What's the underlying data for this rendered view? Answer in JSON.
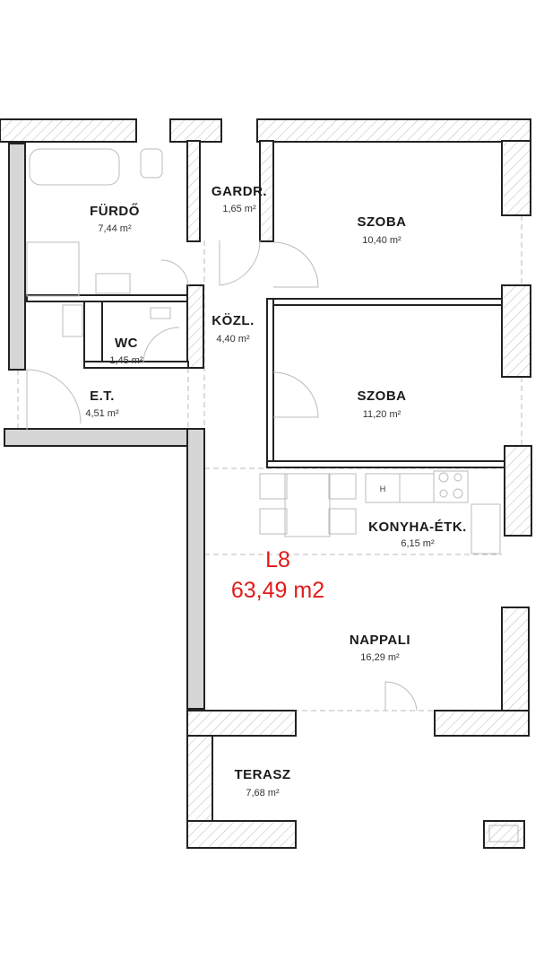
{
  "plan": {
    "unit_label": "L8",
    "total_area": "63,49 m2",
    "accent_color": "#e01b1b",
    "rooms": [
      {
        "name": "FÜRDŐ",
        "area": "7,44 m²"
      },
      {
        "name": "GARDR.",
        "area": "1,65 m²"
      },
      {
        "name": "SZOBA",
        "area": "10,40 m²"
      },
      {
        "name": "KÖZL.",
        "area": "4,40 m²"
      },
      {
        "name": "WC",
        "area": "1,45 m²"
      },
      {
        "name": "E.T.",
        "area": "4,51 m²"
      },
      {
        "name": "SZOBA",
        "area": "11,20 m²"
      },
      {
        "name": "KONYHA-ÉTK.",
        "area": "6,15 m²"
      },
      {
        "name": "NAPPALI",
        "area": "16,29 m²"
      },
      {
        "name": "TERASZ",
        "area": "7,68 m²"
      }
    ],
    "fridge_label": "H"
  }
}
